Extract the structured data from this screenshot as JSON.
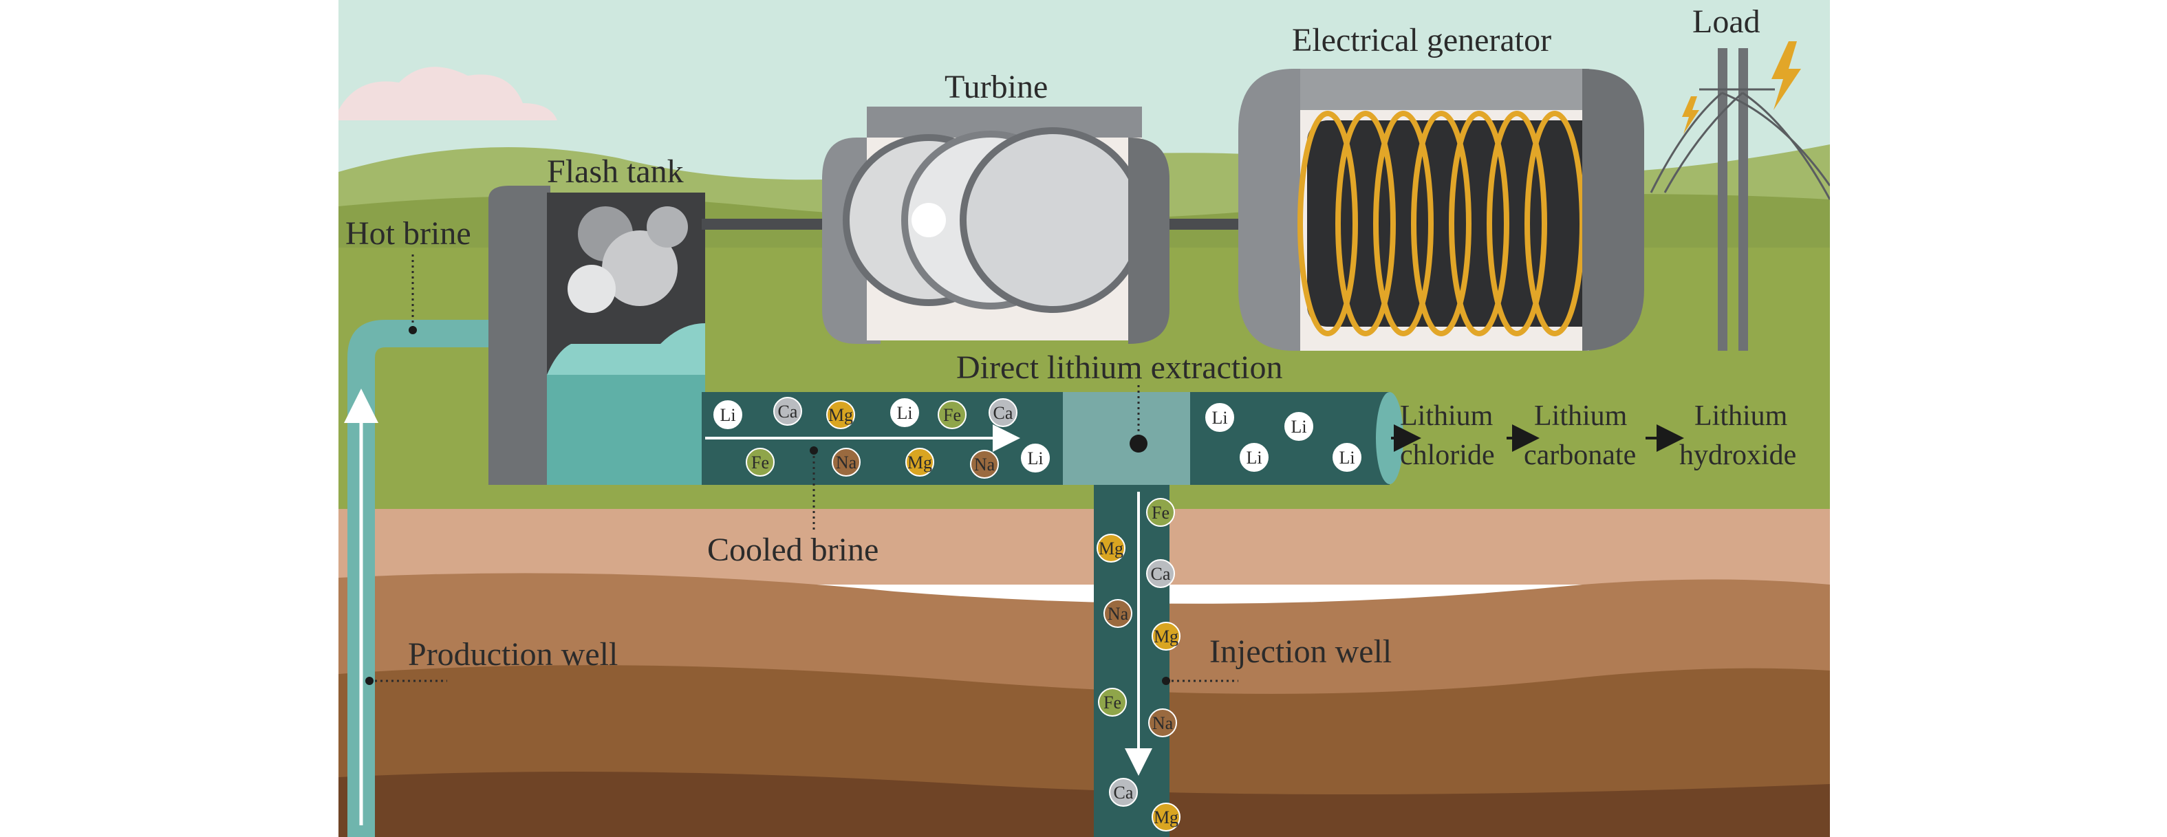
{
  "labels": {
    "hot_brine": "Hot brine",
    "flash_tank": "Flash tank",
    "turbine": "Turbine",
    "electrical_generator": "Electrical generator",
    "load": "Load",
    "direct_lithium_extraction": "Direct lithium extraction",
    "cooled_brine": "Cooled brine",
    "production_well": "Production well",
    "injection_well": "Injection well"
  },
  "products": {
    "lithium_chloride": [
      "Lithium",
      "chloride"
    ],
    "lithium_carbonate": [
      "Lithium",
      "carbonate"
    ],
    "lithium_hydroxide": [
      "Lithium",
      "hydroxide"
    ]
  },
  "ions": {
    "cooled_pipe_top": [
      "Li",
      "Ca",
      "Mg",
      "Li",
      "Fe",
      "Ca"
    ],
    "cooled_pipe_bottom": [
      "Fe",
      "Na",
      "Mg",
      "Na",
      "Li"
    ],
    "dle_output": [
      "Li",
      "Li",
      "Li",
      "Li"
    ],
    "injection_well": [
      "Fe",
      "Mg",
      "Ca",
      "Na",
      "Mg",
      "Fe",
      "Na",
      "Ca",
      "Mg"
    ]
  },
  "ion_colors": {
    "Li": "#ffffff",
    "Ca": "#b9bcc0",
    "Mg": "#d9a521",
    "Fe": "#8fa54a",
    "Na": "#9a6a3f"
  },
  "colors": {
    "sky": "#cfe8df",
    "pipe_teal": "#6fb5ad",
    "pipe_dark": "#2e5f5c",
    "machine_gray": "#7a7d80",
    "coil_gold": "#e2a628"
  }
}
